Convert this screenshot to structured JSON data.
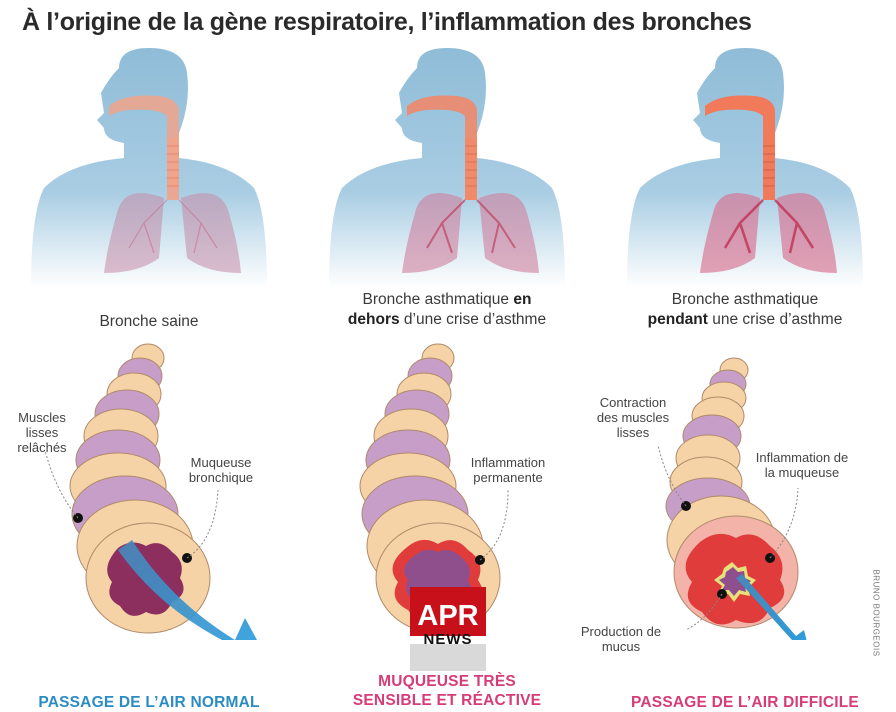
{
  "title": "À l’origine de la gène respiratoire, l’inflammation des bronches",
  "colors": {
    "silhouette": "#8fbcd8",
    "airway": "#f08a6a",
    "lung": "#d47a96",
    "cartilage": "#f6d3a6",
    "muscle": "#b48ab8",
    "mucosa_normal": "#8c2e5e",
    "inflammation": "#e03c3c",
    "mucus": "#e8e07a",
    "airflow": "#2f8fd0",
    "label_normal": "#2b8cc4",
    "label_alert": "#d63c78"
  },
  "panels": [
    {
      "id": "healthy",
      "caption_plain": "Bronche saine",
      "callouts": [
        {
          "text": "Muscles lisses relâchés"
        },
        {
          "text": "Muqueuse bronchique"
        }
      ],
      "bottom_label_line1": "PASSAGE DE L’AIR NORMAL",
      "bottom_label_line2": ""
    },
    {
      "id": "asthmatic-outside-crisis",
      "caption_line1_plain": "Bronche asthmatique ",
      "caption_line1_bold": "en",
      "caption_line2_bold": "dehors",
      "caption_line2_plain": " d’une crise d’asthme",
      "callouts": [
        {
          "text": "Inflammation permanente"
        }
      ],
      "bottom_label_line1": "MUQUEUSE TRÈS",
      "bottom_label_line2": "SENSIBLE ET RÉACTIVE"
    },
    {
      "id": "asthmatic-during-crisis",
      "caption_line1_plain": "Bronche asthmatique",
      "caption_line2_bold": "pendant",
      "caption_line2_plain": " une crise d’asthme",
      "callouts": [
        {
          "text": "Contraction des muscles lisses"
        },
        {
          "text": "Inflammation de la muqueuse"
        },
        {
          "text": "Production de mucus"
        }
      ],
      "bottom_label_line1": "PASSAGE DE L’AIR DIFFICILE",
      "bottom_label_line2": ""
    }
  ],
  "credit": "BRUNO BOURGEOIS",
  "watermark": {
    "top": "APR",
    "bottom": "NEWS"
  }
}
